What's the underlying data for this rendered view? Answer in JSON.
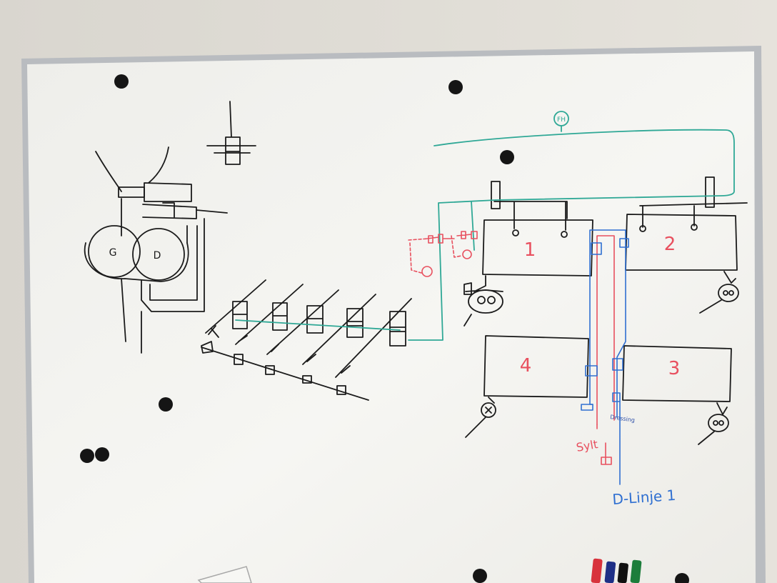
{
  "labels": {
    "fh": "FH",
    "tank1": "1",
    "tank2": "2",
    "tank3": "3",
    "tank4": "4",
    "sylt": "Sylt",
    "dressing": "Dressing",
    "line": "D-Linje 1",
    "g": "G",
    "d": "D"
  },
  "colors": {
    "black": "#1b1b1b",
    "red": "#e8505f",
    "blue": "#2f6fd1",
    "teal": "#2fa896",
    "board": "#f1f1ee",
    "wall": "#e4e2dc",
    "frame": "#b9bcc0"
  },
  "magnets": [
    "black",
    "black",
    "black",
    "black",
    "black",
    "black",
    "black",
    "black"
  ],
  "markers": [
    "red",
    "blue",
    "black",
    "green"
  ]
}
